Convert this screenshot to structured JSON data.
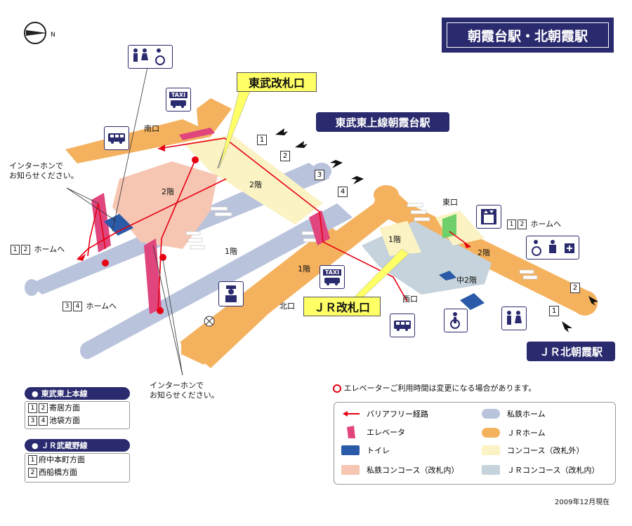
{
  "title": "朝霞台駅・北朝霞駅",
  "tobu_station_label": "東武東上線朝霞台駅",
  "jr_station_label": "ＪＲ北朝霞駅",
  "tobu_gate_label": "東武改札口",
  "jr_gate_label": "ＪＲ改札口",
  "compass_label": "N",
  "exits": {
    "south": "南口",
    "north": "北口",
    "west": "西口",
    "east": "東口"
  },
  "floors": {
    "f2_a": "2階",
    "f2_b": "2階",
    "f2_c": "2階",
    "f1_a": "1階",
    "f1_b": "1階",
    "f1_c": "1階",
    "mezz": "中2階"
  },
  "exit_numbers": [
    "1",
    "2",
    "3",
    "4"
  ],
  "jr_exit_numbers": [
    "2",
    "1"
  ],
  "intercom_note": "インターホンで\nお知らせください。",
  "platform_labels": {
    "tobu_12": {
      "nums": [
        "1",
        "2"
      ],
      "text": "ホームへ"
    },
    "tobu_34": {
      "nums": [
        "3",
        "4"
      ],
      "text": "ホームへ"
    },
    "jr_12": {
      "nums": [
        "1",
        "2"
      ],
      "text": "ホームへ"
    }
  },
  "icons": [
    "restroom-icon",
    "wheelchair-icon",
    "taxi-icon",
    "bus-icon",
    "elevator-icon",
    "baby-care-icon",
    "police-box-icon"
  ],
  "taxi_text": "TAXI",
  "elevator_notice": "エレベーターご利用時間は変更になる場合があります。",
  "line_legends": [
    {
      "name": "東武東上本線",
      "rows": [
        {
          "nums": [
            "1",
            "2"
          ],
          "text": "寄居方面"
        },
        {
          "nums": [
            "3",
            "4"
          ],
          "text": "池袋方面"
        }
      ]
    },
    {
      "name": "ＪＲ武蔵野線",
      "rows": [
        {
          "nums": [
            "1"
          ],
          "text": "府中本町方面"
        },
        {
          "nums": [
            "2"
          ],
          "text": "西船橋方面"
        }
      ]
    }
  ],
  "legend": {
    "barrier_free": "バリアフリー経路",
    "elevator": "エレベータ",
    "toilet": "トイレ",
    "private_concourse": "私鉄コンコース（改札内）",
    "private_platform": "私鉄ホーム",
    "jr_platform": "ＪＲホーム",
    "concourse_outside": "コンコース（改札外）",
    "jr_concourse": "ＪＲコンコース（改札内）"
  },
  "colors": {
    "navy": "#2a2a6e",
    "jr_platform": "#f5b25e",
    "private_platform": "#b9c3dc",
    "concourse_outside": "#fbf3c4",
    "private_concourse": "#f6c6b2",
    "jr_concourse": "#c6d3dc",
    "route_red": "#e60012",
    "elevator_pink": "#e0457e",
    "toilet_blue": "#2a5aa8",
    "gate_yellow": "#ffff66"
  },
  "date_note": "2009年12月現在"
}
